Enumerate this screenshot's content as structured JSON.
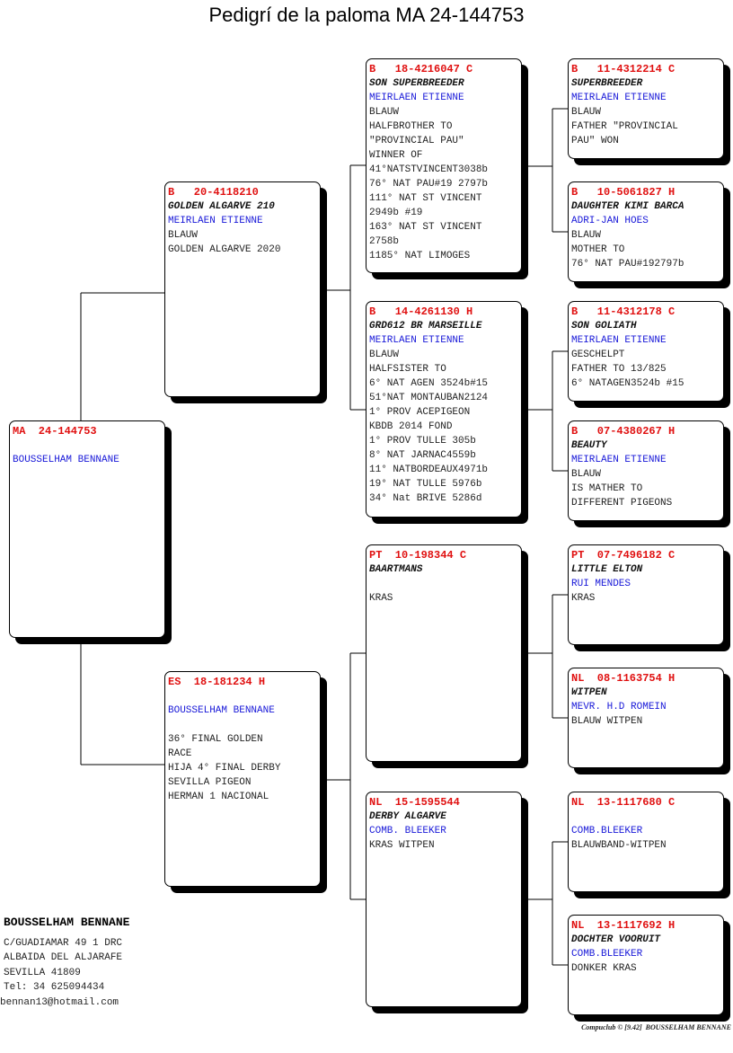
{
  "title": "Pedigrí de la paloma MA  24-144753",
  "pigeons": [
    {
      "ring": "MA  24-144753",
      "name": "",
      "owner": "BOUSSELHAM BENNANE",
      "lines": []
    },
    {
      "ring": "B   20-4118210",
      "name": "GOLDEN ALGARVE 210",
      "owner": "MEIRLAEN ETIENNE",
      "lines": [
        "BLAUW",
        "GOLDEN ALGARVE 2020"
      ]
    },
    {
      "ring": "ES  18-181234 H",
      "name": "",
      "owner": "BOUSSELHAM BENNANE",
      "lines": [
        "",
        "36° FINAL GOLDEN",
        "RACE",
        "HIJA 4° FINAL DERBY",
        "SEVILLA PIGEON",
        "HERMAN 1 NACIONAL"
      ]
    },
    {
      "ring": "B   18-4216047 C",
      "name": "SON SUPERBREEDER",
      "owner": "MEIRLAEN ETIENNE",
      "lines": [
        "BLAUW",
        "HALFBROTHER TO",
        "\"PROVINCIAL PAU\"",
        "WINNER OF",
        "41°NATSTVINCENT3038b",
        "76° NAT PAU#19 2797b",
        "111° NAT ST VINCENT",
        "2949b #19",
        "163° NAT ST VINCENT",
        "2758b",
        "1185° NAT LIMOGES"
      ]
    },
    {
      "ring": "B   14-4261130 H",
      "name": "GRD612 BR MARSEILLE",
      "owner": "MEIRLAEN ETIENNE",
      "lines": [
        "BLAUW",
        "HALFSISTER TO",
        "6° NAT AGEN 3524b#15",
        "51°NAT MONTAUBAN2124",
        "1° PROV ACEPIGEON",
        "KBDB 2014 FOND",
        "1° PROV TULLE 305b",
        "8° NAT JARNAC4559b",
        "11° NATBORDEAUX4971b",
        "19° NAT TULLE 5976b",
        "34° Nat BRIVE 5286d"
      ]
    },
    {
      "ring": "PT  10-198344 C",
      "name": "BAARTMANS",
      "owner": "",
      "lines": [
        "KRAS"
      ]
    },
    {
      "ring": "NL  15-1595544",
      "name": "DERBY ALGARVE",
      "owner": "COMB. BLEEKER",
      "lines": [
        "KRAS WITPEN"
      ]
    },
    {
      "ring": "B   11-4312214 C",
      "name": "SUPERBREEDER",
      "owner": "MEIRLAEN ETIENNE",
      "lines": [
        "BLAUW",
        "FATHER \"PROVINCIAL",
        "PAU\" WON"
      ]
    },
    {
      "ring": "B   10-5061827 H",
      "name": "DAUGHTER KIMI BARCA",
      "owner": "ADRI-JAN HOES",
      "lines": [
        "BLAUW",
        "MOTHER TO",
        "76° NAT PAU#192797b"
      ]
    },
    {
      "ring": "B   11-4312178 C",
      "name": "SON GOLIATH",
      "owner": "MEIRLAEN ETIENNE",
      "lines": [
        "GESCHELPT",
        "FATHER TO 13/825",
        "6° NATAGEN3524b #15"
      ]
    },
    {
      "ring": "B   07-4380267 H",
      "name": "BEAUTY",
      "owner": "MEIRLAEN ETIENNE",
      "lines": [
        "BLAUW",
        "IS MATHER TO",
        "DIFFERENT PIGEONS"
      ]
    },
    {
      "ring": "PT  07-7496182 C",
      "name": "LITTLE ELTON",
      "owner": "RUI MENDES",
      "lines": [
        "KRAS"
      ]
    },
    {
      "ring": "NL  08-1163754 H",
      "name": "WITPEN",
      "owner": "MEVR. H.D ROMEIN",
      "lines": [
        "BLAUW WITPEN"
      ]
    },
    {
      "ring": "NL  13-1117680 C",
      "name": "",
      "owner": "COMB.BLEEKER",
      "lines": [
        "BLAUWBAND-WITPEN"
      ]
    },
    {
      "ring": "NL  13-1117692 H",
      "name": "DOCHTER VOORUIT",
      "owner": "COMB.BLEEKER",
      "lines": [
        "DONKER KRAS"
      ]
    }
  ],
  "breeder": {
    "name": "BOUSSELHAM BENNANE",
    "address1": "C/GUADIAMAR 49 1 DRC",
    "address2": "ALBAIDA DEL ALJARAFE",
    "address3": "SEVILLA 41809",
    "phone": "Tel: 34 625094434",
    "email": "bennan13@hotmail.com"
  },
  "footer": "Compuclub © [9.42]  BOUSSELHAM BENNANE"
}
